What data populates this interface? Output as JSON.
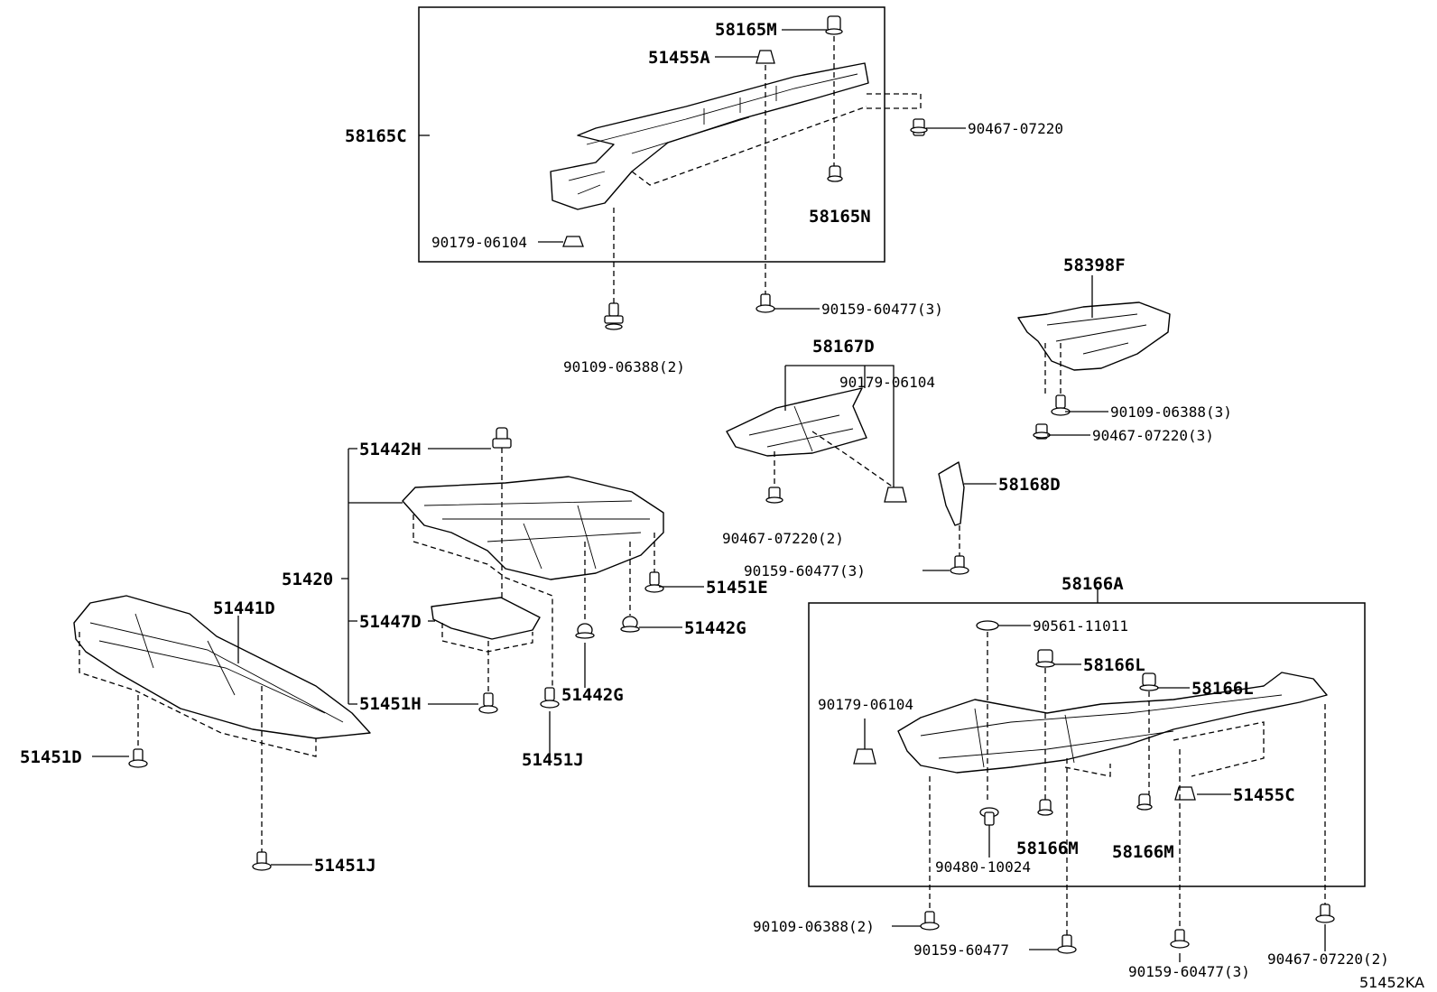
{
  "diagram_code": "51452KA",
  "parts": {
    "p58165M": "58165M",
    "p51455A": "51455A",
    "p58165C": "58165C",
    "p90467_07220": "90467-07220",
    "p58165N": "58165N",
    "p90179_06104_a": "90179-06104",
    "p90159_60477_3a": "90159-60477(3)",
    "p90109_06388_2a": "90109-06388(2)",
    "p58398F": "58398F",
    "p58167D": "58167D",
    "p90179_06104_b": "90179-06104",
    "p90109_06388_3": "90109-06388(3)",
    "p90467_07220_3": "90467-07220(3)",
    "p51442H": "51442H",
    "p58168D": "58168D",
    "p90467_07220_2a": "90467-07220(2)",
    "p51420": "51420",
    "p51451E": "51451E",
    "p90159_60477_3b": "90159-60477(3)",
    "p51441D": "51441D",
    "p51447D": "51447D",
    "p51442G_a": "51442G",
    "p58166A": "58166A",
    "p90561_11011": "90561-11011",
    "p51451H": "51451H",
    "p51442G_b": "51442G",
    "p58166L_a": "58166L",
    "p58166L_b": "58166L",
    "p90179_06104_c": "90179-06104",
    "p51451D": "51451D",
    "p51451J_a": "51451J",
    "p51455C": "51455C",
    "p58166M_a": "58166M",
    "p58166M_b": "58166M",
    "p90480_10024": "90480-10024",
    "p51451J_b": "51451J",
    "p90109_06388_2b": "90109-06388(2)",
    "p90159_60477": "90159-60477",
    "p90159_60477_3c": "90159-60477(3)",
    "p90467_07220_2b": "90467-07220(2)"
  }
}
